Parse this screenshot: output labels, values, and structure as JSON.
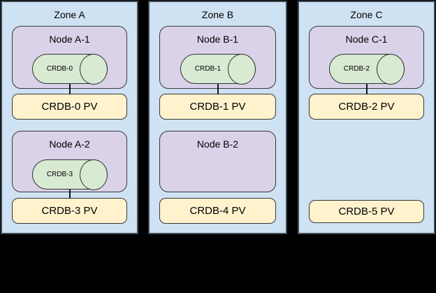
{
  "diagram": {
    "background_color": "#000000",
    "zone_fill": "#cfe2f3",
    "node_fill": "#d9d2e9",
    "cylinder_fill": "#d9ead3",
    "pv_fill": "#fff2cc",
    "border_color": "#383838"
  },
  "zones": [
    {
      "title": "Zone A",
      "nodes": [
        {
          "title": "Node A-1",
          "cylinder": "CRDB-0",
          "connected_pv": true
        },
        {
          "title": "Node A-2",
          "cylinder": "CRDB-3",
          "connected_pv": true
        }
      ],
      "pvs": [
        "CRDB-0 PV",
        "CRDB-3 PV"
      ]
    },
    {
      "title": "Zone B",
      "nodes": [
        {
          "title": "Node B-1",
          "cylinder": "CRDB-1",
          "connected_pv": true
        },
        {
          "title": "Node B-2",
          "cylinder": null,
          "connected_pv": false
        }
      ],
      "pvs": [
        "CRDB-1 PV",
        "CRDB-4 PV"
      ]
    },
    {
      "title": "Zone C",
      "nodes": [
        {
          "title": "Node C-1",
          "cylinder": "CRDB-2",
          "connected_pv": true
        }
      ],
      "pvs": [
        "CRDB-2 PV",
        "CRDB-5 PV"
      ]
    }
  ]
}
